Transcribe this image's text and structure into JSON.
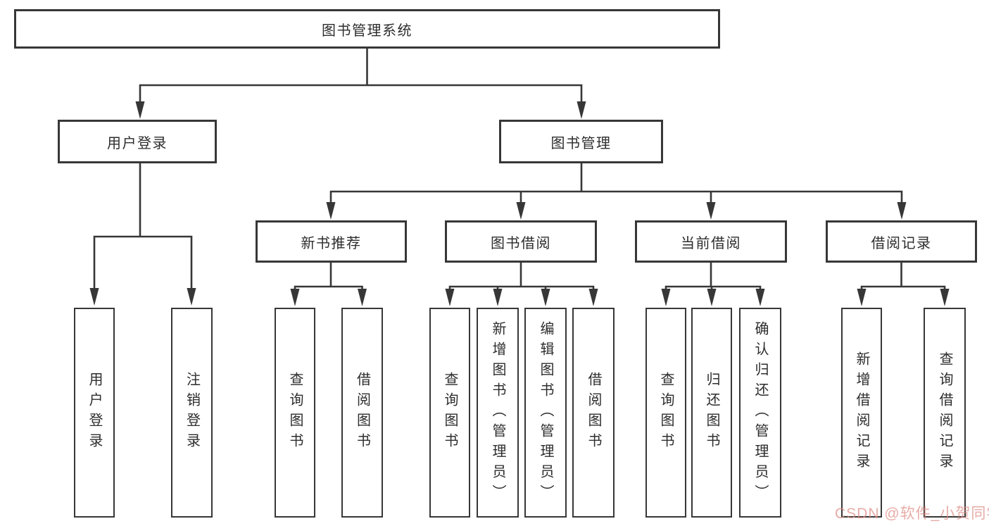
{
  "diagram": {
    "tree": {
      "root": {
        "label": "图书管理系统",
        "children": [
          {
            "label": "用户登录",
            "children": [
              {
                "label": "用户登录"
              },
              {
                "label": "注销登录"
              }
            ]
          },
          {
            "label": "图书管理",
            "children": [
              {
                "label": "新书推荐",
                "children": [
                  {
                    "label": "查询图书"
                  },
                  {
                    "label": "借阅图书"
                  }
                ]
              },
              {
                "label": "图书借阅",
                "children": [
                  {
                    "label": "查询图书"
                  },
                  {
                    "label": "新增图书（管理员）"
                  },
                  {
                    "label": "编辑图书（管理员）"
                  },
                  {
                    "label": "借阅图书"
                  }
                ]
              },
              {
                "label": "当前借阅",
                "children": [
                  {
                    "label": "查询图书"
                  },
                  {
                    "label": "归还图书"
                  },
                  {
                    "label": "确认归还（管理员）"
                  }
                ]
              },
              {
                "label": "借阅记录",
                "children": [
                  {
                    "label": "新增借阅记录"
                  },
                  {
                    "label": "查询借阅记录"
                  }
                ]
              }
            ]
          }
        ]
      }
    },
    "watermark": "CSDN @软件_小贺同学",
    "colors": {
      "line": "#373737",
      "box_border": "#373737",
      "box_background": "#ffffff",
      "text": "#2d2d2d",
      "watermark": "#dd8c84"
    }
  }
}
